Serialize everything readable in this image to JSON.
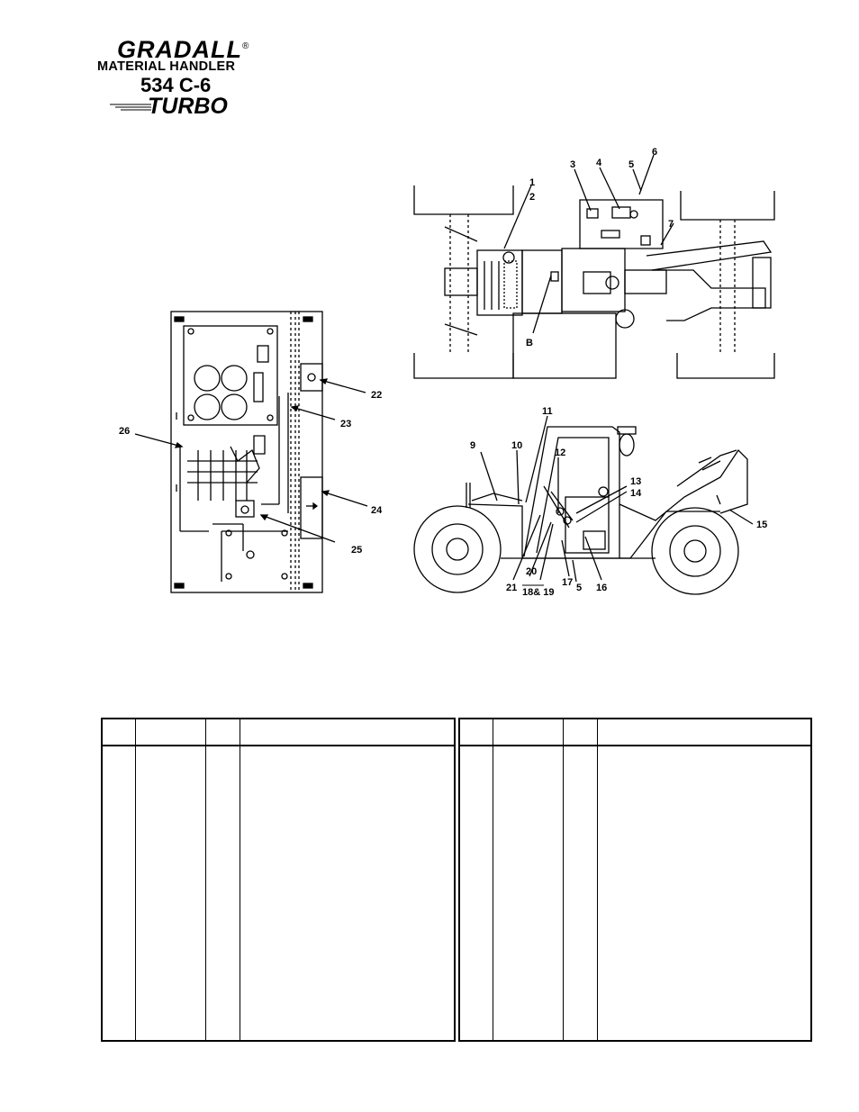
{
  "logo": {
    "brand": "GRADALL",
    "registered": "®",
    "subtitle": "MATERIAL HANDLER",
    "model": "534 C-6",
    "variant": "TURBO"
  },
  "callouts": {
    "c1": "1",
    "c2": "2",
    "c3": "3",
    "c4": "4",
    "c5": "5",
    "c6": "6",
    "c7": "7",
    "cB": "B",
    "c9": "9",
    "c10": "10",
    "c11": "11",
    "c12": "12",
    "c13": "13",
    "c14": "14",
    "c15": "15",
    "c16": "16",
    "c17": "17",
    "c5b": "5",
    "c1819": "18& 19",
    "c20": "20",
    "c21": "21",
    "c22": "22",
    "c23": "23",
    "c24": "24",
    "c25": "25",
    "c26": "26"
  },
  "tables": {
    "left": {
      "headers": [
        "",
        "",
        "",
        ""
      ]
    },
    "right": {
      "headers": [
        "",
        "",
        "",
        ""
      ]
    }
  },
  "colors": {
    "ink": "#000000",
    "paper": "#ffffff"
  }
}
